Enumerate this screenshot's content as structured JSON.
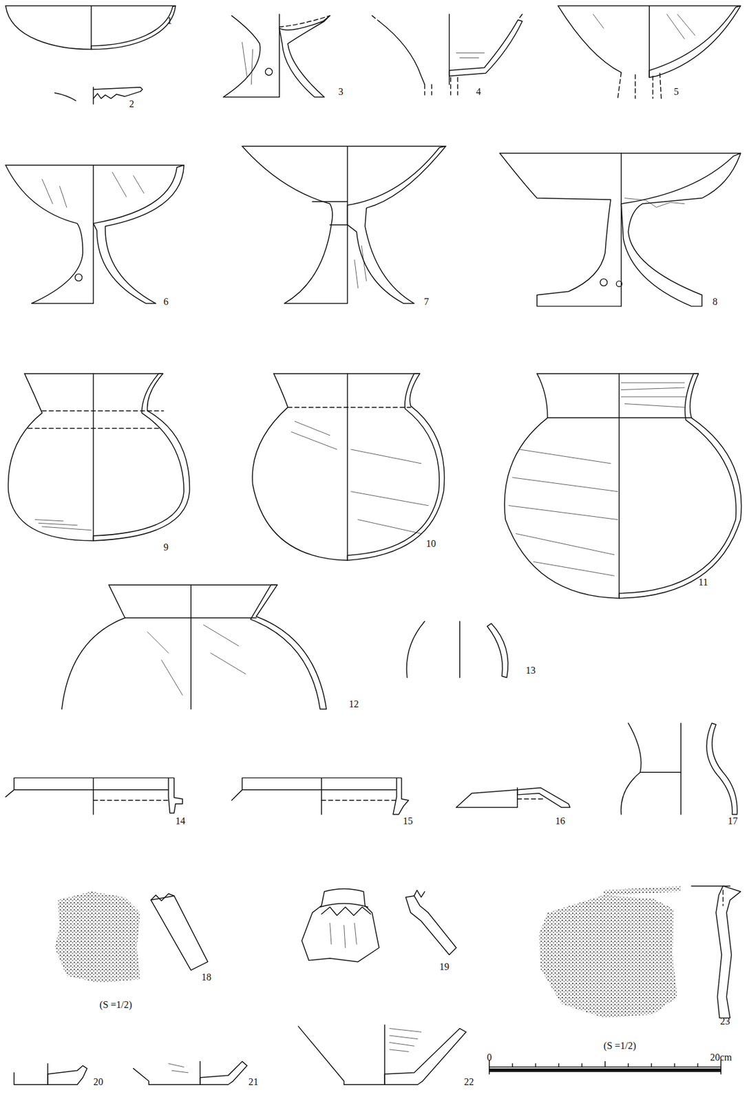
{
  "diagram": {
    "labels": [
      "1",
      "2",
      "3",
      "4",
      "5",
      "6",
      "7",
      "8",
      "9",
      "10",
      "11",
      "12",
      "13",
      "14",
      "15",
      "16",
      "17",
      "18",
      "19",
      "(S =1/2)",
      "23",
      "(S =1/2)",
      "20",
      "21",
      "22",
      "0",
      "20cm"
    ]
  }
}
